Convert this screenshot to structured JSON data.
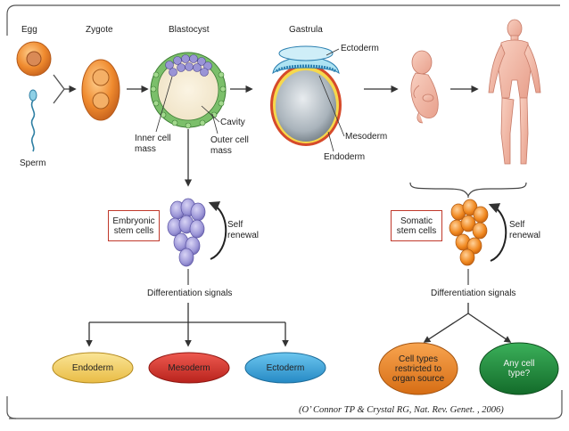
{
  "stages": {
    "egg": "Egg",
    "sperm": "Sperm",
    "zygote": "Zygote",
    "blastocyst": "Blastocyst",
    "gastrula": "Gastrula"
  },
  "blastocyst_parts": {
    "cavity": "Cavity",
    "inner_cell_mass_1": "Inner cell",
    "inner_cell_mass_2": "mass",
    "outer_cell_mass_1": "Outer cell",
    "outer_cell_mass_2": "mass"
  },
  "gastrula_layers": {
    "ectoderm": "Ectoderm",
    "mesoderm": "Mesoderm",
    "endoderm": "Endoderm"
  },
  "left_branch": {
    "box_line1": "Embryonic",
    "box_line2": "stem cells",
    "self_renewal_1": "Self",
    "self_renewal_2": "renewal",
    "signals": "Differentiation signals",
    "outcomes": [
      "Endoderm",
      "Mesoderm",
      "Ectoderm"
    ]
  },
  "right_branch": {
    "box_line1": "Somatic",
    "box_line2": "stem cells",
    "self_renewal_1": "Self",
    "self_renewal_2": "renewal",
    "signals": "Differentiation signals",
    "outcome_1_line1": "Cell types",
    "outcome_1_line2": "restricted to",
    "outcome_1_line3": "organ source",
    "outcome_2_line1": "Any cell",
    "outcome_2_line2": "type?"
  },
  "citation": "(O’ Connor TP & Crystal RG, Nat. Rev. Genet. , 2006)",
  "colors": {
    "egg": "#e9893a",
    "zygote": "#e9893a",
    "endoderm_oval": "#f5d36b",
    "mesoderm_oval": "#d8322b",
    "ectoderm_oval": "#3aa6dc",
    "restricted_oval": "#ef8a25",
    "any_cell_oval": "#1f8a3a",
    "embryonic_cells": "#9a94d6",
    "somatic_cells": "#f0881f",
    "box_border": "#c0392b"
  }
}
